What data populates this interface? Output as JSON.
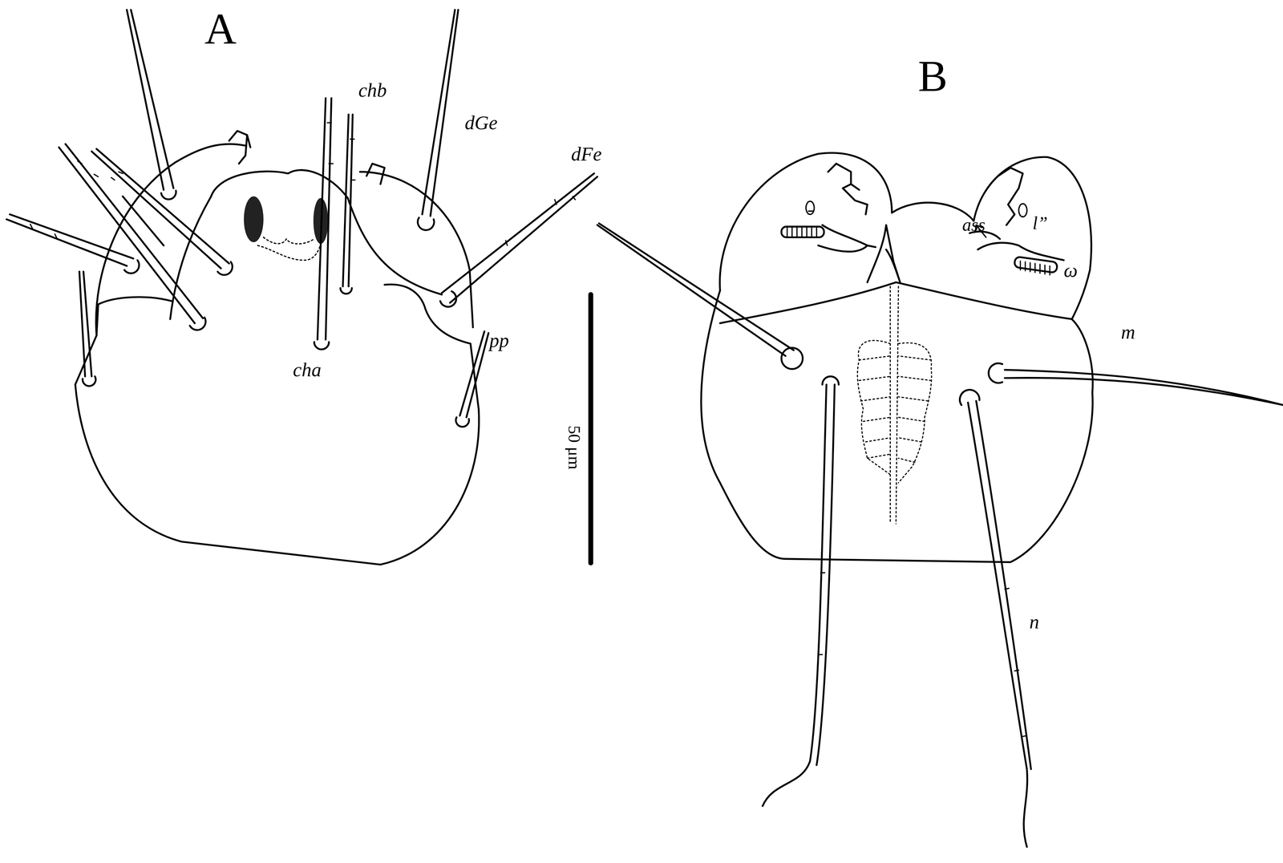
{
  "diagram": {
    "labels": [
      "A",
      "B",
      "chb",
      "dGe",
      "dFe",
      "cha",
      "pp",
      "50 μm",
      "ass",
      "l”",
      "ω",
      "m",
      "n"
    ]
  }
}
